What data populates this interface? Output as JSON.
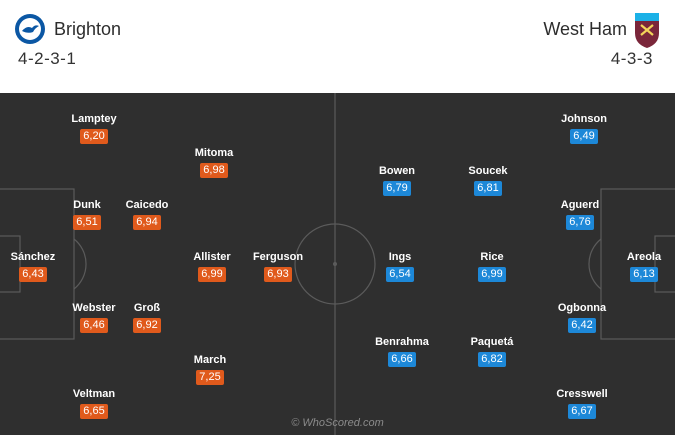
{
  "header": {
    "home": {
      "name": "Brighton",
      "formation": "4-2-3-1",
      "crest_icon": "brighton-crest-icon",
      "crest_color": "#0b57a4"
    },
    "away": {
      "name": "West Ham",
      "formation": "4-3-3",
      "crest_icon": "westham-crest-icon",
      "crest_color": "#7a263a"
    }
  },
  "colors": {
    "pitch": "#2f2f2f",
    "home_rating": "#e05a1c",
    "away_rating": "#1d88d8"
  },
  "players": {
    "home": [
      {
        "name": "Lamptey",
        "rating": "6,20"
      },
      {
        "name": "Mitoma",
        "rating": "6,98"
      },
      {
        "name": "Dunk",
        "rating": "6,51"
      },
      {
        "name": "Caicedo",
        "rating": "6,94"
      },
      {
        "name": "Sánchez",
        "rating": "6,43"
      },
      {
        "name": "Allister",
        "rating": "6,99"
      },
      {
        "name": "Ferguson",
        "rating": "6,93"
      },
      {
        "name": "Webster",
        "rating": "6,46"
      },
      {
        "name": "Groß",
        "rating": "6,92"
      },
      {
        "name": "March",
        "rating": "7,25"
      },
      {
        "name": "Veltman",
        "rating": "6,65"
      }
    ],
    "away": [
      {
        "name": "Johnson",
        "rating": "6,49"
      },
      {
        "name": "Bowen",
        "rating": "6,79"
      },
      {
        "name": "Soucek",
        "rating": "6,81"
      },
      {
        "name": "Aguerd",
        "rating": "6,76"
      },
      {
        "name": "Ings",
        "rating": "6,54"
      },
      {
        "name": "Rice",
        "rating": "6,99"
      },
      {
        "name": "Areola",
        "rating": "6,13"
      },
      {
        "name": "Ogbonna",
        "rating": "6,42"
      },
      {
        "name": "Benrahma",
        "rating": "6,66"
      },
      {
        "name": "Paquetá",
        "rating": "6,82"
      },
      {
        "name": "Cresswell",
        "rating": "6,67"
      }
    ]
  },
  "watermark": "© WhoScored.com"
}
